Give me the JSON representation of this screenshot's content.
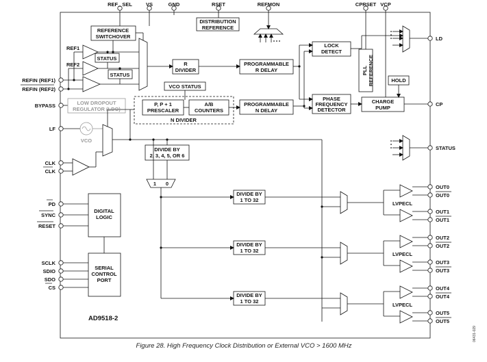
{
  "top_pins": {
    "ref_sel": "REF_ SEL",
    "vs": "VS",
    "gnd": "GND",
    "rset": "RSET",
    "refmon": "REFMON",
    "cprset": "CPRSET",
    "vcp": "VCP"
  },
  "left_pins": {
    "ref1": "REF1",
    "ref2": "REF2",
    "refin": "REFIN (REF1)",
    "refin_b": "REFIN (REF2)",
    "bypass": "BYPASS",
    "lf": "LF",
    "clk": "CLK",
    "clk_b": "CLK",
    "pd": "PD",
    "sync": "SYNC",
    "reset": "RESET",
    "sclk": "SCLK",
    "sdio": "SDIO",
    "sdo": "SDO",
    "cs": "CS"
  },
  "right_pins": {
    "ld": "LD",
    "cp": "CP",
    "status": "STATUS",
    "out0": "OUT0",
    "out0_b": "OUT0",
    "out1": "OUT1",
    "out1_b": "OUT1",
    "out2": "OUT2",
    "out2_b": "OUT2",
    "out3": "OUT3",
    "out3_b": "OUT3",
    "out4": "OUT4",
    "out4_b": "OUT4",
    "out5": "OUT5",
    "out5_b": "OUT5"
  },
  "blocks": {
    "ref_switch_1": "REFERENCE",
    "ref_switch_2": "SWITCHOVER",
    "status": "STATUS",
    "dist_ref_1": "DISTRIBUTION",
    "dist_ref_2": "REFERENCE",
    "r_div_1": "R",
    "r_div_2": "DIVIDER",
    "prog_r_1": "PROGRAMMABLE",
    "prog_r_2": "R DELAY",
    "lock_1": "LOCK",
    "lock_2": "DETECT",
    "pll_ref_1": "PLL",
    "pll_ref_2": "REFERENCE",
    "hold": "HOLD",
    "vco_status": "VCO STATUS",
    "presc_1": "P, P + 1",
    "presc_2": "PRESCALER",
    "ab_1": "A/B",
    "ab_2": "COUNTERS",
    "n_div": "N DIVIDER",
    "prog_n_1": "PROGRAMMABLE",
    "prog_n_2": "N DELAY",
    "pfd_1": "PHASE",
    "pfd_2": "FREQUENCY",
    "pfd_3": "DETECTOR",
    "cp_1": "CHARGE",
    "cp_2": "PUMP",
    "ldo_1": "LOW DROPOUT",
    "ldo_2": "REGULATOR (LDO)",
    "vco": "VCO",
    "div_main_1": "DIVIDE BY",
    "div_main_2": "2, 3, 4, 5, OR 6",
    "mux_0": "0",
    "mux_1": "1",
    "div_1": "DIVIDE BY",
    "div_2": "1 TO 32",
    "digital_1": "DIGITAL",
    "digital_2": "LOGIC",
    "serial_1": "SERIAL",
    "serial_2": "CONTROL",
    "serial_3": "PORT",
    "lvpecl": "LVPECL"
  },
  "chip_name": "AD9518-2",
  "side_code": "06431-029",
  "caption": "Figure 28. High Frequency Clock Distribution or External VCO > 1600 MHz"
}
